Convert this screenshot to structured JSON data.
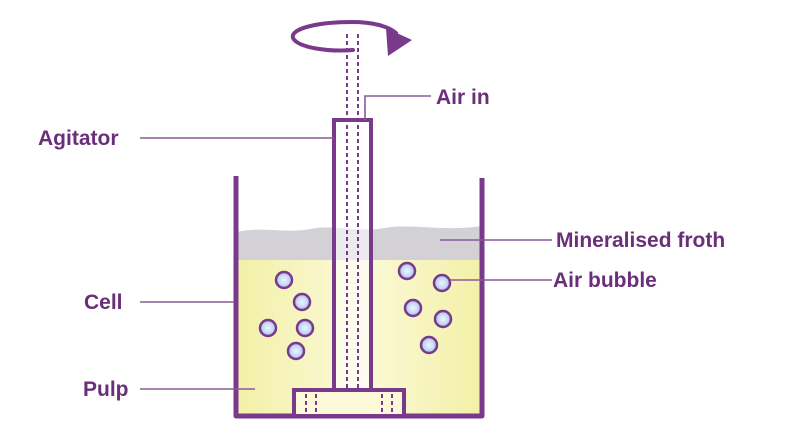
{
  "labels": {
    "agitator": "Agitator",
    "air_in": "Air in",
    "mineralised_froth": "Mineralised froth",
    "air_bubble": "Air bubble",
    "cell": "Cell",
    "pulp": "Pulp"
  },
  "colors": {
    "outline": "#7a3a8c",
    "text": "#6b2f7a",
    "leader": "#8a5a96",
    "pulp": "#f6f3b8",
    "froth": "#d3d1d6",
    "bubble": "#c9daf5",
    "bubble_edge": "#7a3a8c"
  },
  "icons": {
    "rotation": "rotation-arrow-icon"
  }
}
